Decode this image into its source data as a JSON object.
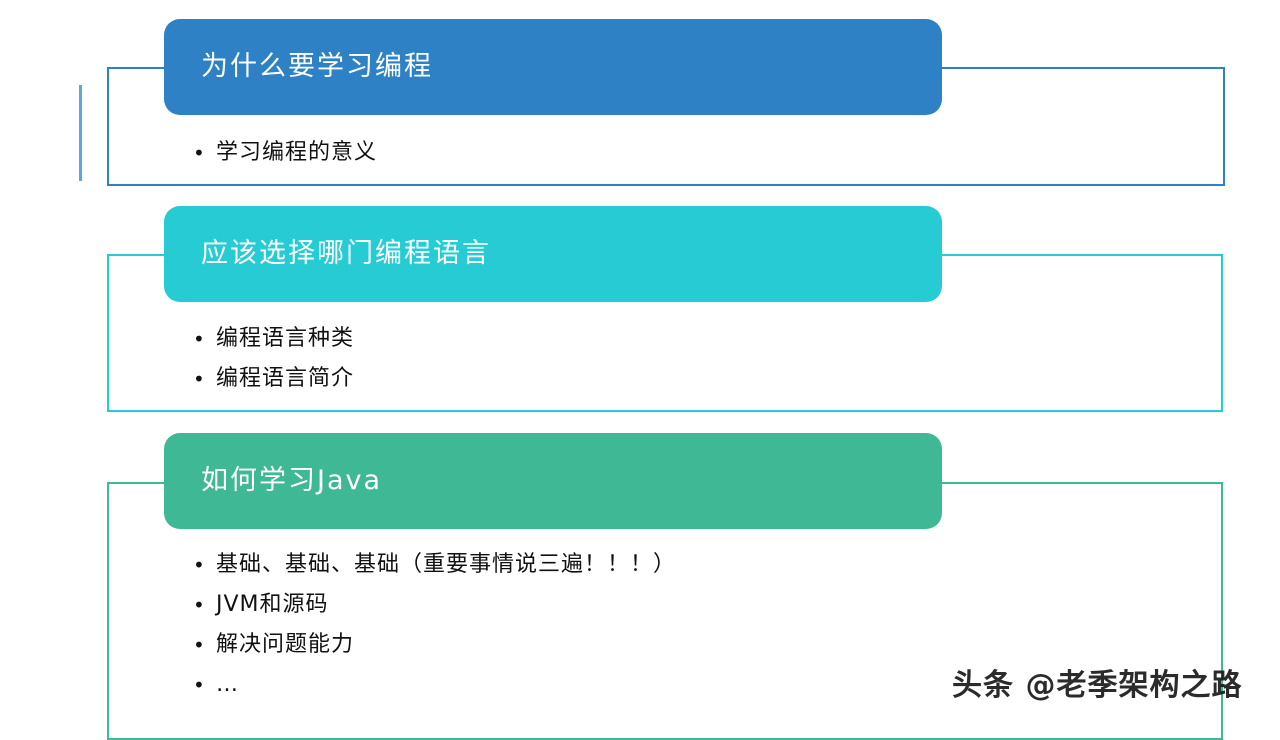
{
  "slide": {
    "background_color": "#ffffff",
    "watermark": "头条 @老季架构之路"
  },
  "sections": [
    {
      "id": "why-learn-programming",
      "title": "为什么要学习编程",
      "accent_color": "#2e81c4",
      "frame_border_color": "#2e81c4",
      "accent_bar_color": "#5ba9d8",
      "bullet_char": "•",
      "bullets": [
        "学习编程的意义"
      ]
    },
    {
      "id": "which-language",
      "title": "应该选择哪门编程语言",
      "accent_color": "#26cbd4",
      "frame_border_color": "#26cbd4",
      "bullet_char": "•",
      "bullets": [
        "编程语言种类",
        "编程语言简介"
      ]
    },
    {
      "id": "how-to-learn-java",
      "title": "如何学习Java",
      "accent_color": "#3fb896",
      "frame_border_color": "#3fb896",
      "bullet_char": "•",
      "bullets": [
        "基础、基础、基础（重要事情说三遍！！！）",
        "JVM和源码",
        "解决问题能力",
        "…"
      ]
    }
  ]
}
